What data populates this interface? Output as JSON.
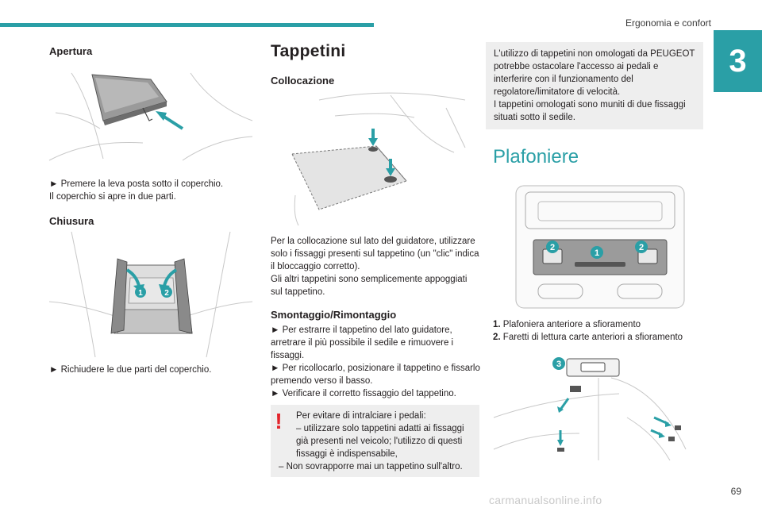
{
  "header": {
    "chapter_title": "Ergonomia e confort",
    "chapter_number": "3"
  },
  "left": {
    "apertura_heading": "Apertura",
    "apertura_text_1": "► Premere la leva posta sotto il coperchio.",
    "apertura_text_2": "Il coperchio si apre in due parti.",
    "chiusura_heading": "Chiusura",
    "chiusura_text": "► Richiudere le due parti del coperchio.",
    "chiusura_marker_1": "1",
    "chiusura_marker_2": "2"
  },
  "middle": {
    "title": "Tappetini",
    "collocazione_heading": "Collocazione",
    "collocazione_p1": "Per la collocazione sul lato del guidatore, utilizzare solo i fissaggi presenti sul tappetino (un \"clic\" indica il bloccaggio corretto).",
    "collocazione_p2": "Gli altri tappetini sono semplicemente appoggiati sul tappetino.",
    "smontaggio_heading": "Smontaggio/Rimontaggio",
    "smontaggio_p1": "► Per estrarre il tappetino del lato guidatore, arretrare il più possibile il sedile e rimuovere i fissaggi.",
    "smontaggio_p2": "► Per ricollocarlo, posizionare il tappetino e fissarlo premendo verso il basso.",
    "smontaggio_p3": "► Verificare il corretto fissaggio del tappetino.",
    "warning_l1": "Per evitare di intralciare i pedali:",
    "warning_l2": "– utilizzare solo tappetini adatti ai fissaggi già presenti nel veicolo; l'utilizzo di questi fissaggi è indispensabile,",
    "warning_l3": "– Non sovrapporre mai un tappetino sull'altro."
  },
  "right": {
    "note": "L'utilizzo di tappetini non omologati da PEUGEOT potrebbe ostacolare l'accesso ai pedali e interferire con il funzionamento del regolatore/limitatore di velocità.",
    "note_2": "I tappetini omologati sono muniti di due fissaggi situati sotto il sedile.",
    "plafoniere_title": "Plafoniere",
    "item1_num": "1.",
    "item1": "Plafoniera anteriore a sfioramento",
    "item2_num": "2.",
    "item2": "Faretti di lettura carte anteriori a sfioramento",
    "marker_1": "1",
    "marker_2": "2",
    "marker_3": "3"
  },
  "footer": {
    "page_number": "69",
    "watermark": "carmanualsonline.info"
  },
  "colors": {
    "accent": "#2a9fa6",
    "warning": "#e3242b",
    "box": "#eeeeee"
  }
}
